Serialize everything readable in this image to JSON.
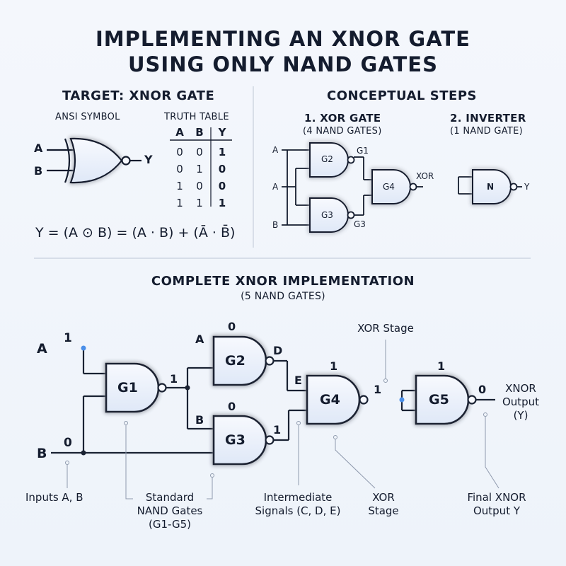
{
  "title": {
    "line1": "IMPLEMENTING AN XNOR GATE",
    "line2": "USING ONLY NAND GATES"
  },
  "target": {
    "heading": "TARGET: XNOR GATE",
    "ansi_label": "ANSI SYMBOL",
    "truth_label": "TRUTH TABLE",
    "inputs": [
      "A",
      "B"
    ],
    "output": "Y",
    "truth_table": {
      "headers": [
        "A",
        "B",
        "Y"
      ],
      "rows": [
        [
          "0",
          "0",
          "1"
        ],
        [
          "0",
          "1",
          "0"
        ],
        [
          "1",
          "0",
          "0"
        ],
        [
          "1",
          "1",
          "1"
        ]
      ]
    },
    "formula": "Y = (A ⊙ B) = (A · B) + (Ā · B̄)"
  },
  "conceptual": {
    "heading": "CONCEPTUAL STEPS",
    "step1_title": "1. XOR GATE",
    "step1_sub": "(4 NAND GATES)",
    "step2_title": "2. INVERTER",
    "step2_sub": "(1 NAND GATE)",
    "xor_labels": {
      "a1": "A",
      "a2": "A",
      "b": "B",
      "g1": "G1",
      "g2": "G2",
      "g3": "G3",
      "g4": "G4",
      "out": "XOR"
    },
    "inv_labels": {
      "gate": "N",
      "out": "Y"
    }
  },
  "complete": {
    "heading": "COMPLETE XNOR IMPLEMENTATION",
    "sub": "(5 NAND GATES)",
    "gates": [
      "G1",
      "G2",
      "G3",
      "G4",
      "G5"
    ],
    "inputs": {
      "a": "A",
      "b": "B",
      "a_val": "1",
      "b_val": "0"
    },
    "signals": {
      "g1_out": "1",
      "g2_a": "A",
      "g2_val": "0",
      "g2_d": "D",
      "g3_b": "B",
      "g3_val": "0",
      "g3_out": "1",
      "g4_e": "E",
      "g4_val": "1",
      "g4_out": "1",
      "g5_val": "1",
      "g5_out": "0"
    },
    "output_label": {
      "line1": "XNOR",
      "line2": "Output",
      "line3": "(Y)"
    },
    "xor_stage_top": "XOR Stage",
    "callouts": {
      "inputs": "Inputs A, B",
      "nand1": "Standard",
      "nand2": "NAND Gates",
      "nand3": "(G1-G5)",
      "inter1": "Intermediate",
      "inter2": "Signals (C, D, E)",
      "xor1": "XOR",
      "xor2": "Stage",
      "final1": "Final XNOR",
      "final2": "Output Y"
    }
  },
  "colors": {
    "ink": "#141c2e",
    "gate_fill": "#edf2fb",
    "glow": "#4a8ee8",
    "divider": "#c7cfdc"
  }
}
